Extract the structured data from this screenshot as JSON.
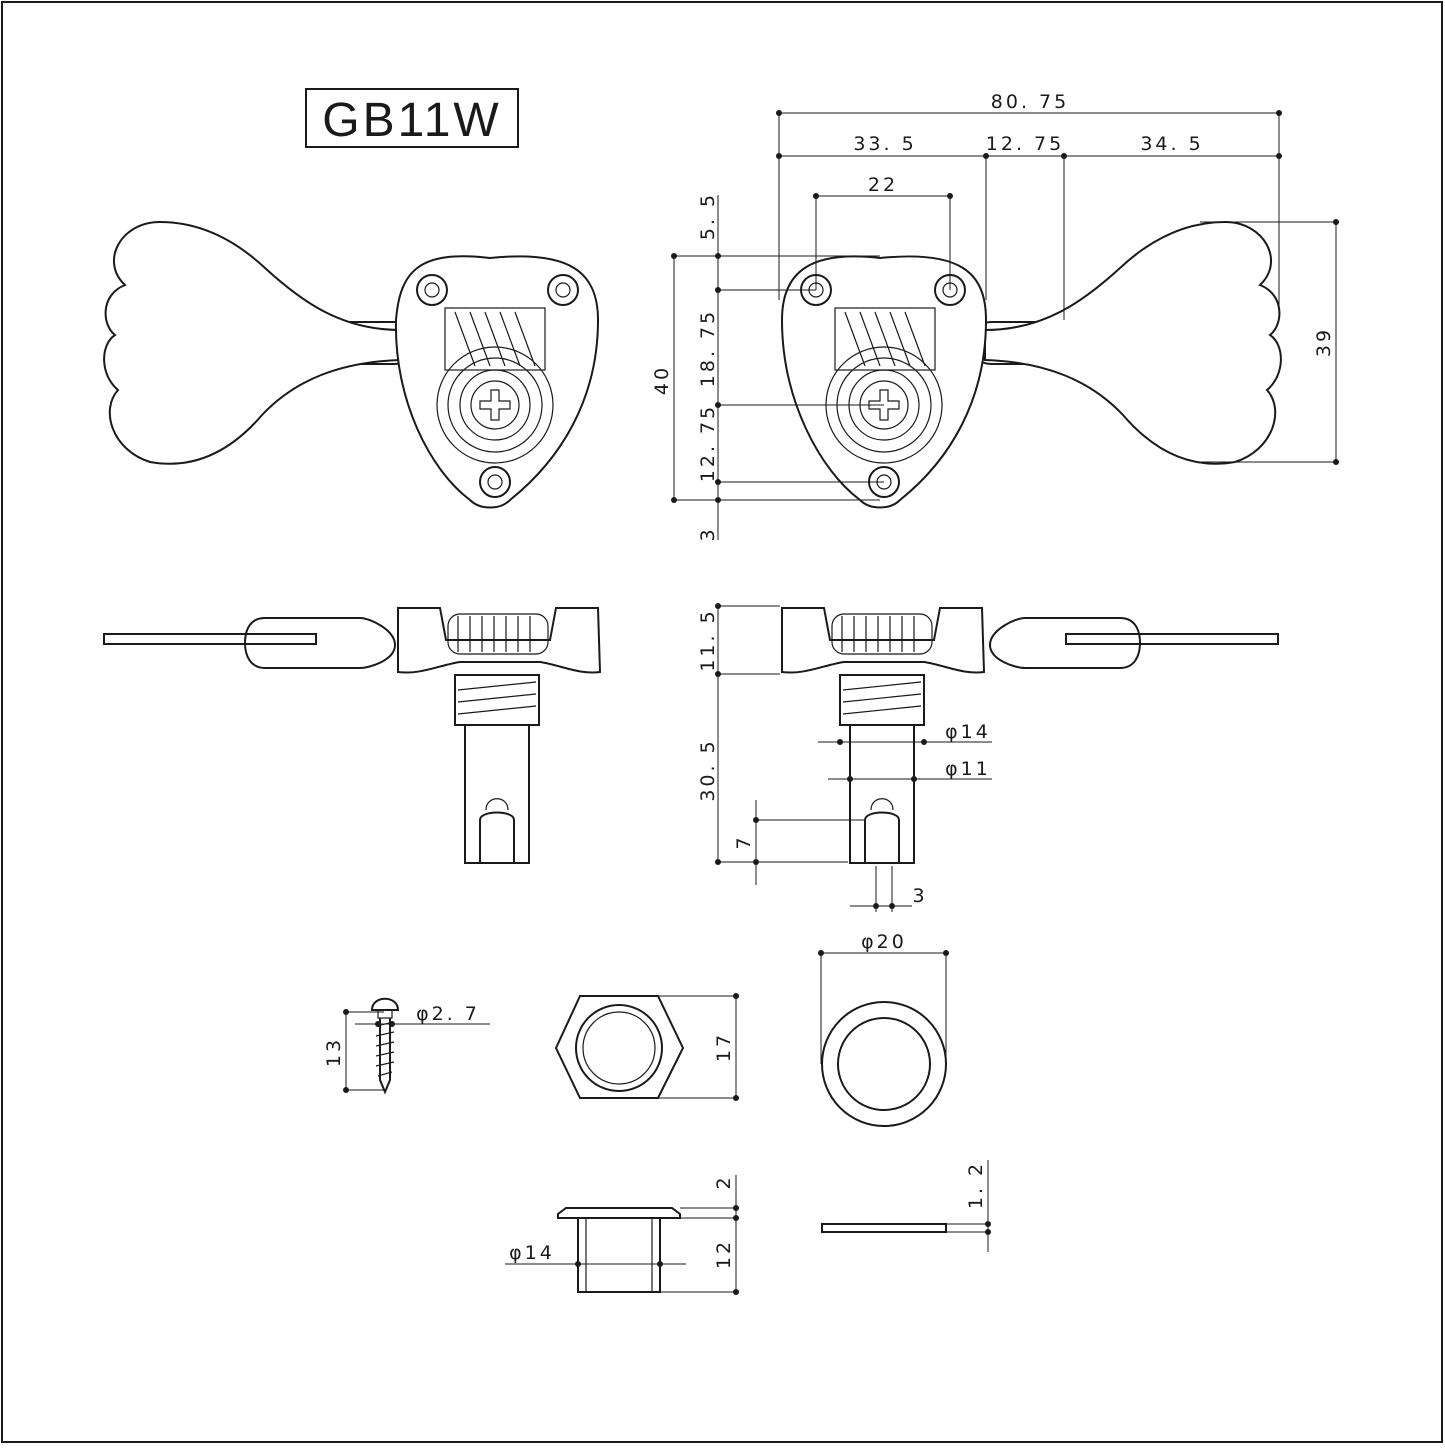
{
  "model": "GB11W",
  "dimensions": {
    "overall_length": "80. 75",
    "left_section": "33. 5",
    "middle_section": "12. 75",
    "right_section": "34. 5",
    "hole_spacing": "22",
    "top_offset": "5. 5",
    "plate_height": "40",
    "upper_span": "18. 75",
    "lower_span": "12. 75",
    "bottom_offset": "3",
    "key_height": "39",
    "body_height": "11. 5",
    "post_length": "30. 5",
    "thread_diameter": "φ14",
    "post_diameter": "φ11",
    "slot_depth": "7",
    "slot_width": "3",
    "washer_diameter": "φ20",
    "screw_diameter": "φ2. 7",
    "screw_length": "13",
    "nut_width": "17",
    "bushing_flange": "2",
    "bushing_diameter": "φ14",
    "bushing_length": "12",
    "washer_thickness": "1. 2"
  }
}
